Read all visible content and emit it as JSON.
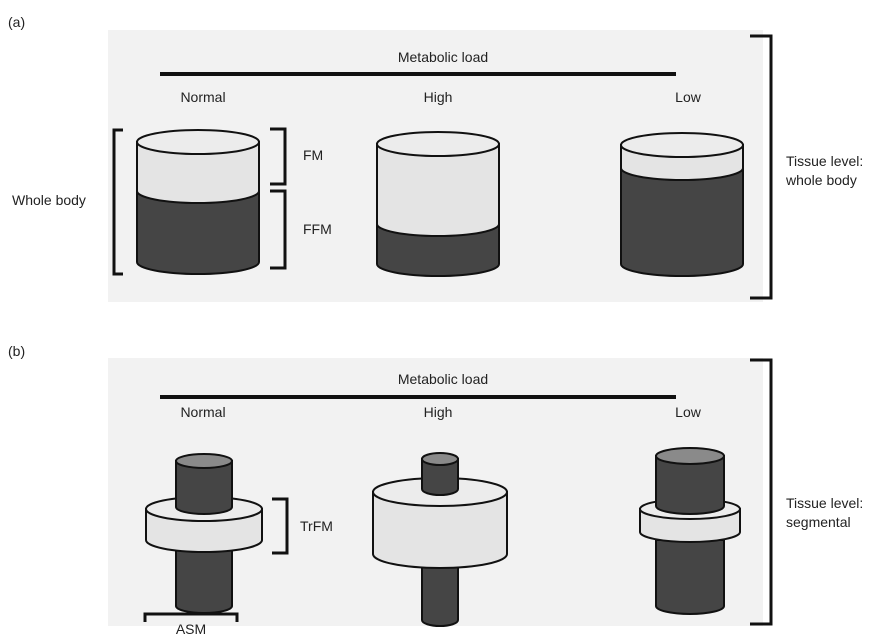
{
  "panel_a": {
    "label": "(a)",
    "axis_title": "Metabolic load",
    "conditions": [
      "Normal",
      "High",
      "Low"
    ],
    "row_label": "Whole body",
    "fm_label": "FM",
    "ffm_label": "FFM",
    "level_label_line1": "Tissue level:",
    "level_label_line2": "whole body"
  },
  "panel_b": {
    "label": "(b)",
    "axis_title": "Metabolic load",
    "conditions": [
      "Normal",
      "High",
      "Low"
    ],
    "trfm_label": "TrFM",
    "asm_label": "ASM",
    "level_label_line1": "Tissue level:",
    "level_label_line2": "segmental"
  },
  "colors": {
    "fat_mass": "#e4e4e4",
    "fat_free_mass": "#454545",
    "background": "#f2f2f2"
  }
}
